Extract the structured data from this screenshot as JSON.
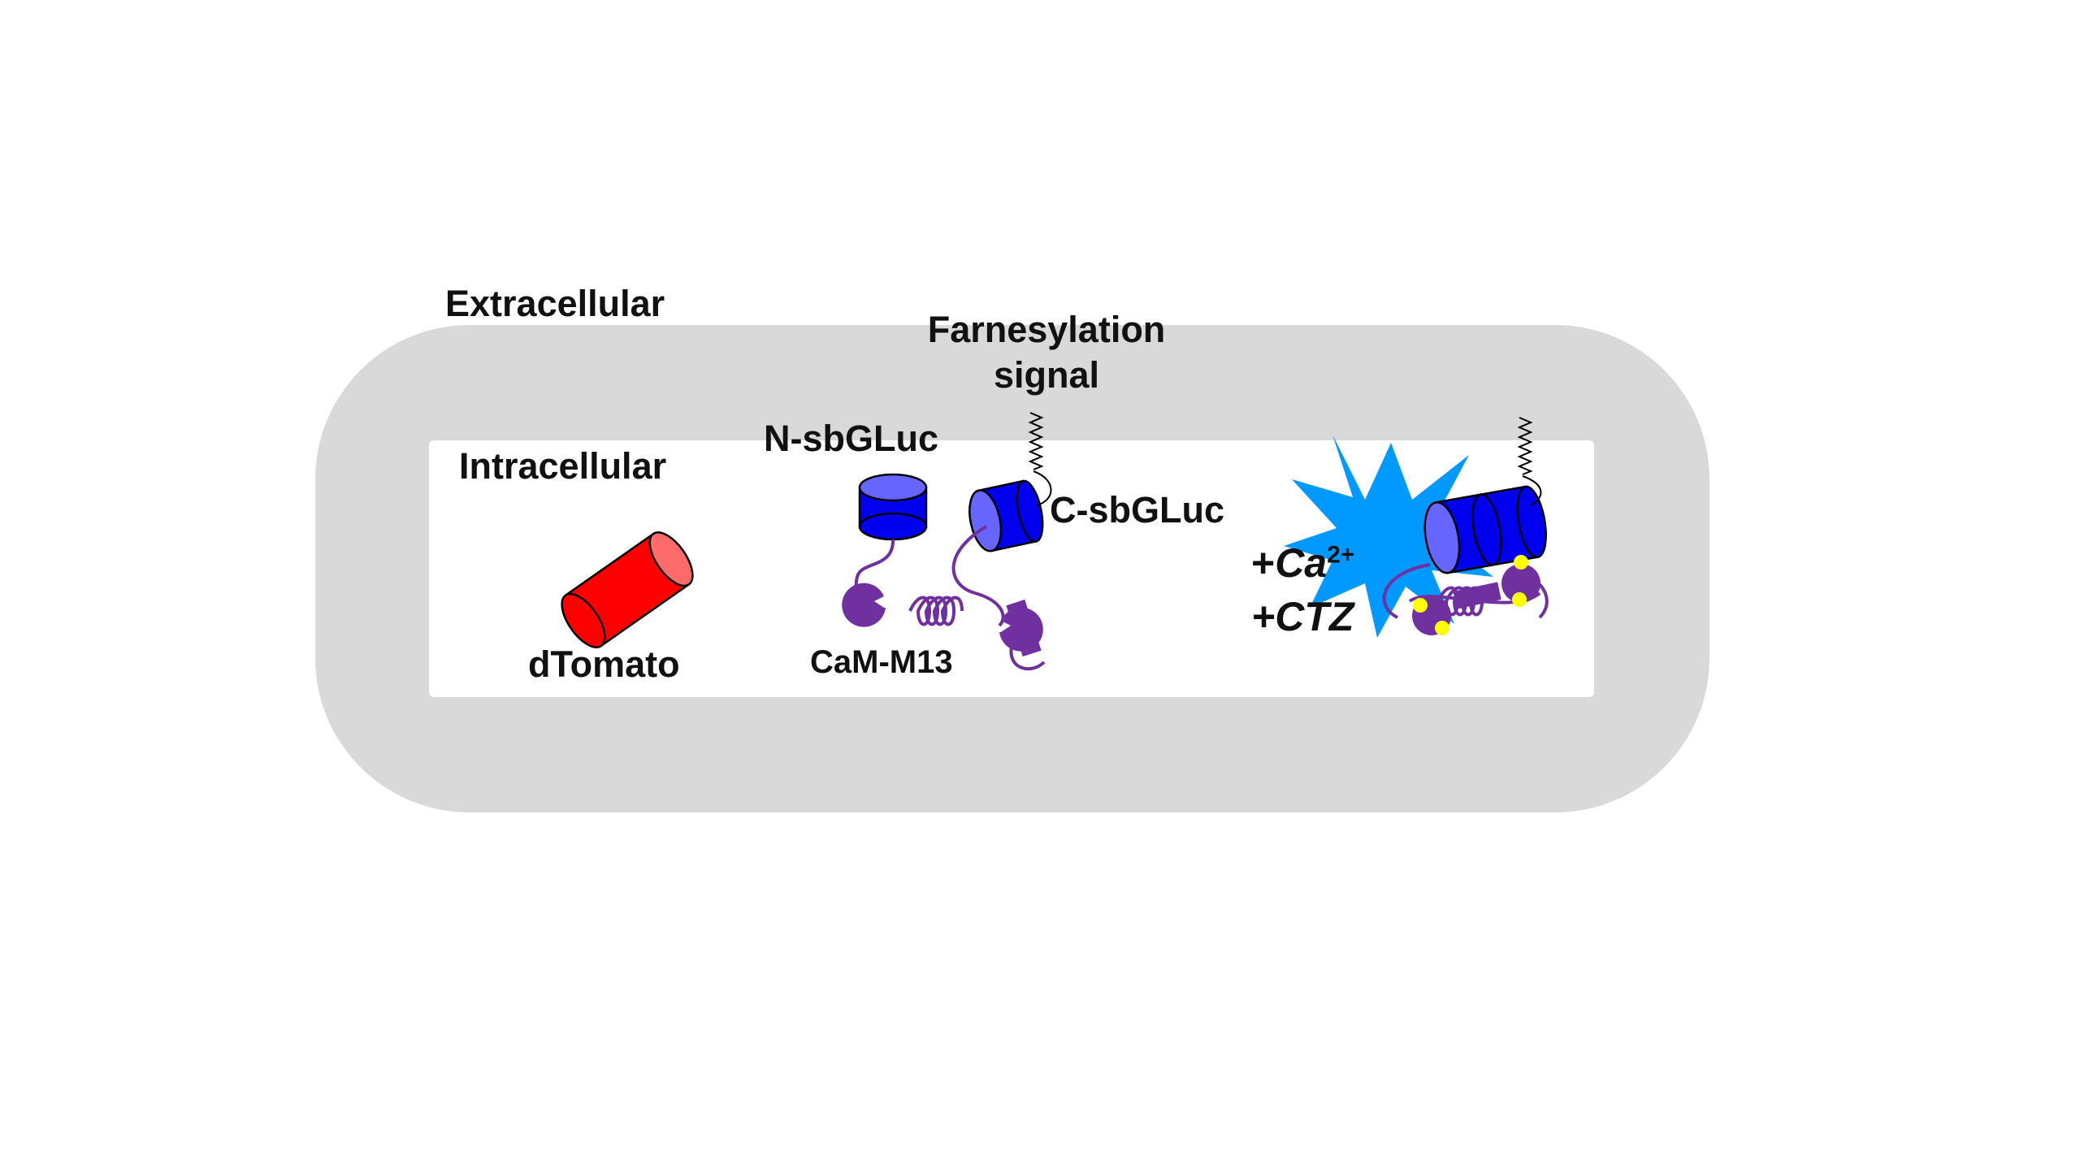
{
  "labels": {
    "extracellular": "Extracellular",
    "intracellular": "Intracellular",
    "farnesylation_line1": "Farnesylation",
    "farnesylation_line2": "signal",
    "n_sbgluc": "N-sbGLuc",
    "c_sbgluc": "C-sbGLuc",
    "dtomato": "dTomato",
    "cam_m13": "CaM-M13",
    "ca_plus": "+",
    "ca_base": "Ca",
    "ca_charge": "2+",
    "ctz": "+CTZ"
  },
  "colors": {
    "membrane": "#d9d9d9",
    "cytoplasm": "#ffffff",
    "tomato": "#ff0000",
    "tomato_face": "#ff6a6a",
    "gluc": "#0000ee",
    "gluc_face": "#6666ff",
    "cam": "#7030a0",
    "calcium": "#ffff00",
    "luminescence": "#0099ff"
  }
}
